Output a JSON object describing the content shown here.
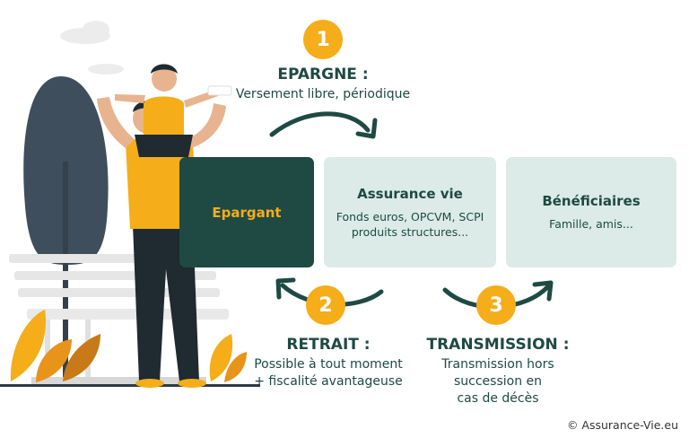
{
  "steps": [
    {
      "number": "1",
      "title": "EPARGNE :",
      "lines": [
        "Versement libre, périodique"
      ]
    },
    {
      "number": "2",
      "title": "RETRAIT :",
      "lines": [
        "Possible à tout moment",
        "+ fiscalité avantageuse"
      ]
    },
    {
      "number": "3",
      "title": "TRANSMISSION :",
      "lines": [
        "Transmission hors",
        "succession en",
        "cas de décès"
      ]
    }
  ],
  "boxes": {
    "saver": {
      "title": "Epargant"
    },
    "life_insurance": {
      "title": "Assurance vie",
      "lines": [
        "Fonds euros, OPCVM, SCPI",
        "produits structures..."
      ]
    },
    "beneficiaries": {
      "title": "Bénéficiaires",
      "lines": [
        "Famille, amis..."
      ]
    }
  },
  "copyright": "© Assurance-Vie.eu",
  "colors": {
    "dark_green": "#1e4a43",
    "light_green": "#dcebe7",
    "accent_yellow": "#f5ad1a",
    "text": "#1e4a43"
  },
  "illustration": {
    "subject": "father-carrying-child-on-shoulders",
    "elements": [
      "bench",
      "tree",
      "clouds",
      "leaves"
    ]
  }
}
